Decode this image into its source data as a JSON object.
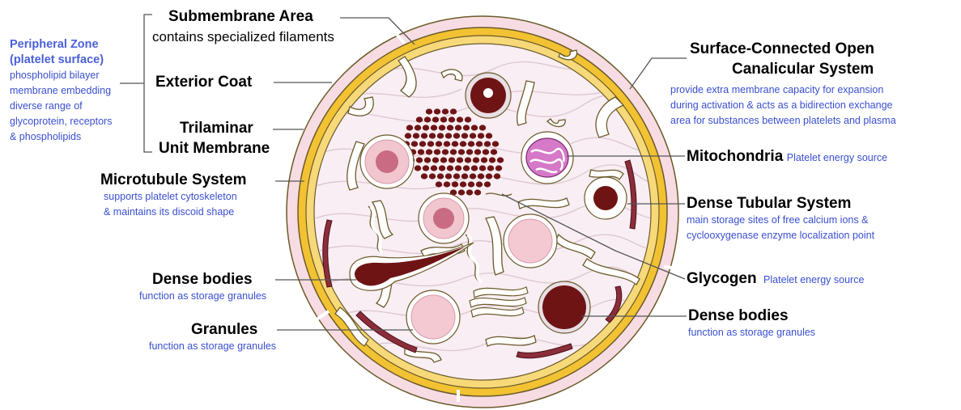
{
  "labels": {
    "submembrane": {
      "title": "Submembrane Area",
      "desc": "contains specialized filaments"
    },
    "peripheral": {
      "title": "Peripheral Zone",
      "title2": "(platelet surface)",
      "lines": [
        "phospholipid bilayer",
        "membrane embedding",
        "diverse range of",
        "glycoprotein, receptors",
        "& phospholipids"
      ]
    },
    "exterior_coat": {
      "title": "Exterior Coat"
    },
    "trilaminar": {
      "line1": "Trilaminar",
      "line2": "Unit Membrane"
    },
    "microtubule": {
      "title": "Microtubule System",
      "desc1": "supports platelet cytoskeleton",
      "desc2": "& maintains its discoid shape"
    },
    "dense_bodies_left": {
      "title": "Dense bodies",
      "desc": "function as storage granules"
    },
    "granules": {
      "title": "Granules",
      "desc": "function as storage granules"
    },
    "ocs": {
      "line1": "Surface-Connected Open",
      "line2": "Canalicular System",
      "desc1": "provide extra membrane capacity for expansion",
      "desc2": "during activation & acts as a bidirection exchange",
      "desc3": "area for substances between platelets and plasma"
    },
    "mitochondria": {
      "title": "Mitochondria",
      "desc": "Platelet energy source"
    },
    "dts": {
      "title": "Dense Tubular System",
      "desc1": "main storage sites of free calcium ions &",
      "desc2": "cyclooxygenase enzyme localization point"
    },
    "glycogen": {
      "title": "Glycogen",
      "desc": "Platelet energy source"
    },
    "dense_bodies_right": {
      "title": "Dense bodies",
      "desc": "function as storage granules"
    }
  },
  "colors": {
    "membrane_gold": "#f2c232",
    "membrane_outline": "#6b5a2a",
    "outer_coat": "#f7dce3",
    "cytoplasm": "#f8eef3",
    "fiber": "#dcc6cf",
    "dense_body": "#6e1414",
    "granule_fill": "#f1c6cf",
    "granule_core": "#c96b83",
    "mito": "#d579c8",
    "tubule": "#8c2d3a",
    "label_blue": "#3a4fd0"
  }
}
